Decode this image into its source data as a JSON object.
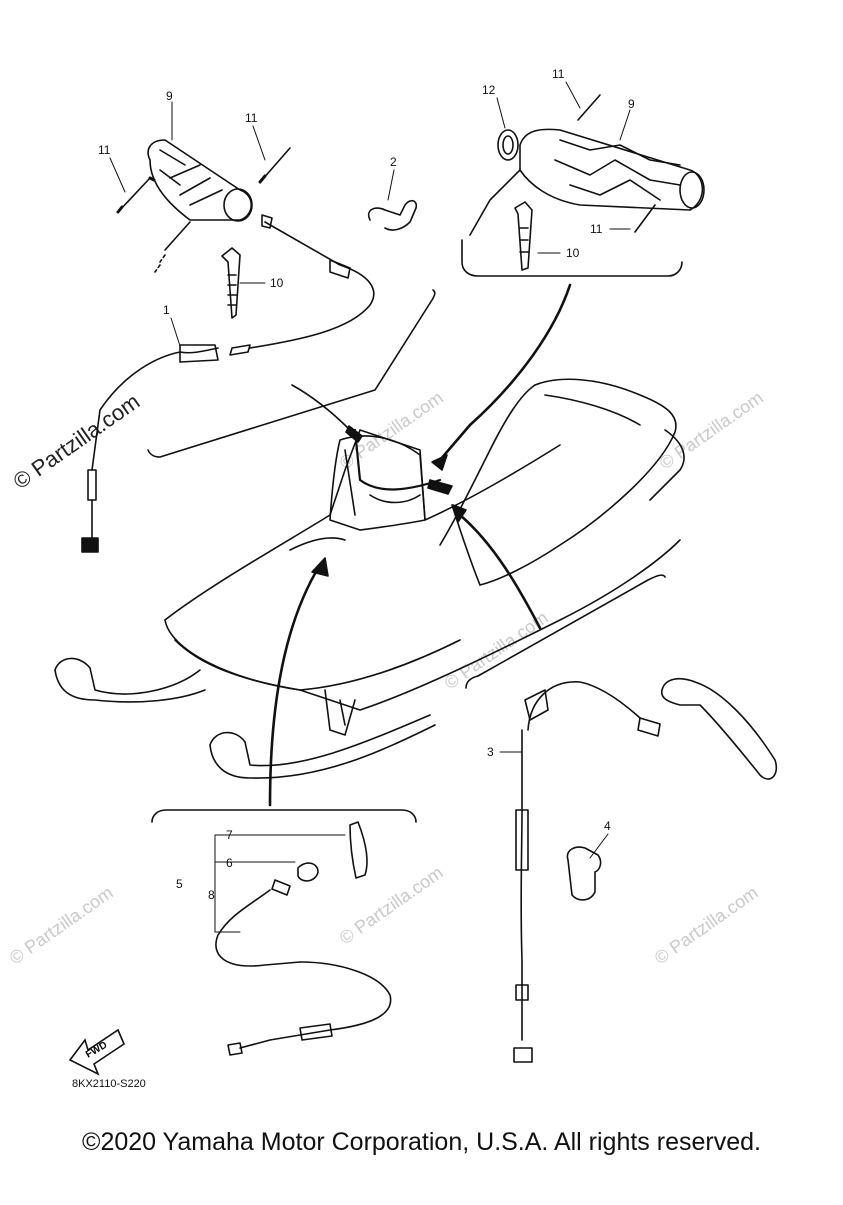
{
  "diagram": {
    "callouts": {
      "c1": "1",
      "c2": "2",
      "c3": "3",
      "c4": "4",
      "c5": "5",
      "c6": "6",
      "c7": "7",
      "c8": "8",
      "c9a": "9",
      "c9b": "9",
      "c10a": "10",
      "c10b": "10",
      "c11a": "11",
      "c11b": "11",
      "c11c": "11",
      "c11d": "11",
      "c12": "12"
    },
    "fwd_label": "FWD",
    "part_code": "8KX2110-S220",
    "watermarks": {
      "w1": "© Partzilla.com",
      "w2": "© Partzilla.com",
      "w3": "© Partzilla.com",
      "w4": "© Partzilla.com",
      "w5": "© Partzilla.com",
      "w6": "© Partzilla.com",
      "w7": "© Partzilla.com"
    }
  },
  "footer": {
    "copyright": "©2020 Yamaha Motor Corporation, U.S.A. All rights reserved."
  },
  "colors": {
    "line": "#111111",
    "watermark": "#c8c8c8",
    "background": "#ffffff"
  }
}
